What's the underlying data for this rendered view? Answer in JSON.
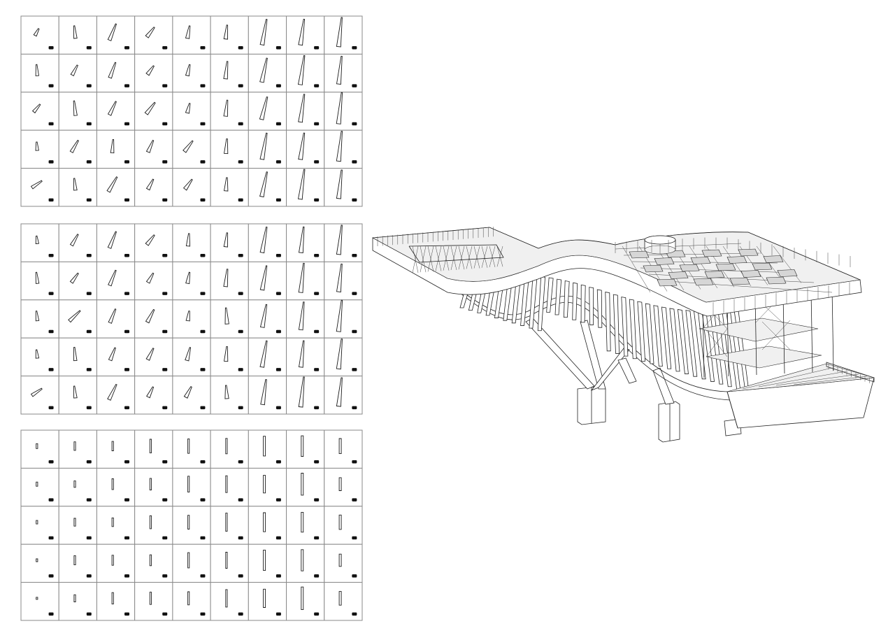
{
  "colors": {
    "line": "#1a1a1a",
    "grid": "#8a8a8a",
    "background": "#ffffff",
    "tag": "#111111"
  },
  "catalogs": [
    {
      "id": "catalog-top",
      "rows": 5,
      "cols": 9,
      "style": "inclined-tapered"
    },
    {
      "id": "catalog-middle",
      "rows": 5,
      "cols": 9,
      "style": "inclined-tapered"
    },
    {
      "id": "catalog-bottom",
      "rows": 5,
      "cols": 9,
      "style": "vertical"
    }
  ],
  "axonometric": {
    "subject": "curved-roof-canopy-structure",
    "columns_count": 34
  }
}
